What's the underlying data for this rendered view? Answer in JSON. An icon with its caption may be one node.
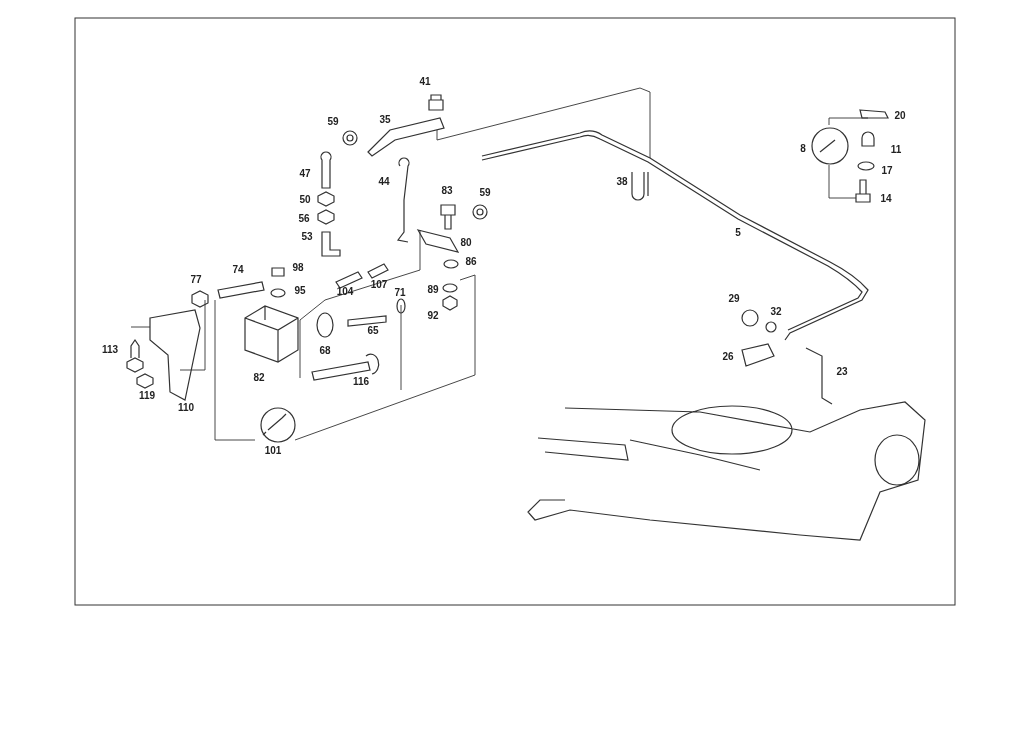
{
  "diagram": {
    "labels": [
      "41",
      "59",
      "35",
      "20",
      "8",
      "11",
      "47",
      "44",
      "38",
      "17",
      "83",
      "59",
      "50",
      "56",
      "14",
      "5",
      "53",
      "80",
      "98",
      "74",
      "107",
      "86",
      "77",
      "104",
      "95",
      "89",
      "71",
      "29",
      "32",
      "92",
      "65",
      "113",
      "68",
      "26",
      "23",
      "82",
      "116",
      "119",
      "110",
      "101"
    ]
  }
}
